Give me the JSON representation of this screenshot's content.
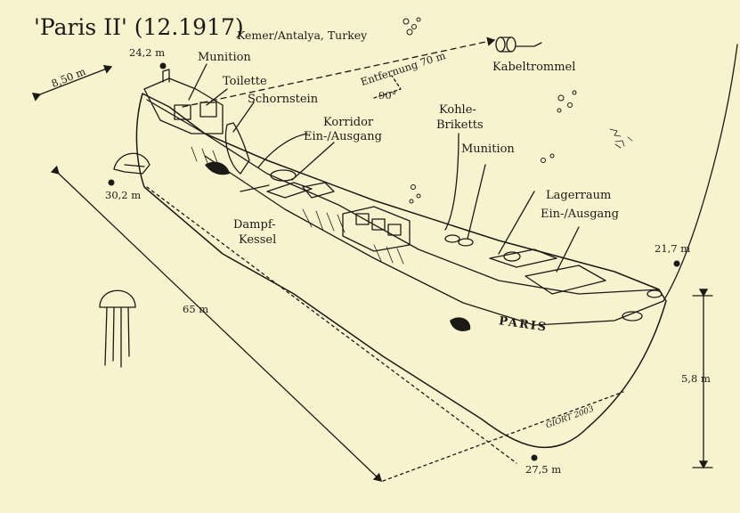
{
  "title": "'Paris II' (12.1917)",
  "location": "Kemer/Antalya, Turkey",
  "depths": {
    "bow_top": "24,2 m",
    "bow_bottom": "30,2 m",
    "stern_deck": "21,7 m",
    "keel": "27,5 m"
  },
  "dimensions": {
    "width": "8,50 m",
    "length": "65 m",
    "height": "5,8 m",
    "distance": "Entfernung 70 m",
    "angle": "90°"
  },
  "labels": {
    "munition_top": "Munition",
    "toilette": "Toilette",
    "schornstein": "Schornstein",
    "korridor_1": "Korridor",
    "korridor_2": "Ein-/Ausgang",
    "kohle_1": "Kohle-",
    "kohle_2": "Briketts",
    "munition_mid": "Munition",
    "lager_1": "Lagerraum",
    "lager_2": "Ein-/Ausgang",
    "dampf_1": "Dampf-",
    "dampf_2": "Kessel",
    "kabeltrommel": "Kabeltrommel",
    "ship_name": "PARIS"
  },
  "signature": "GIORT 2003",
  "colors": {
    "paper": "#f7f3cf",
    "ink": "#1c1a16"
  }
}
